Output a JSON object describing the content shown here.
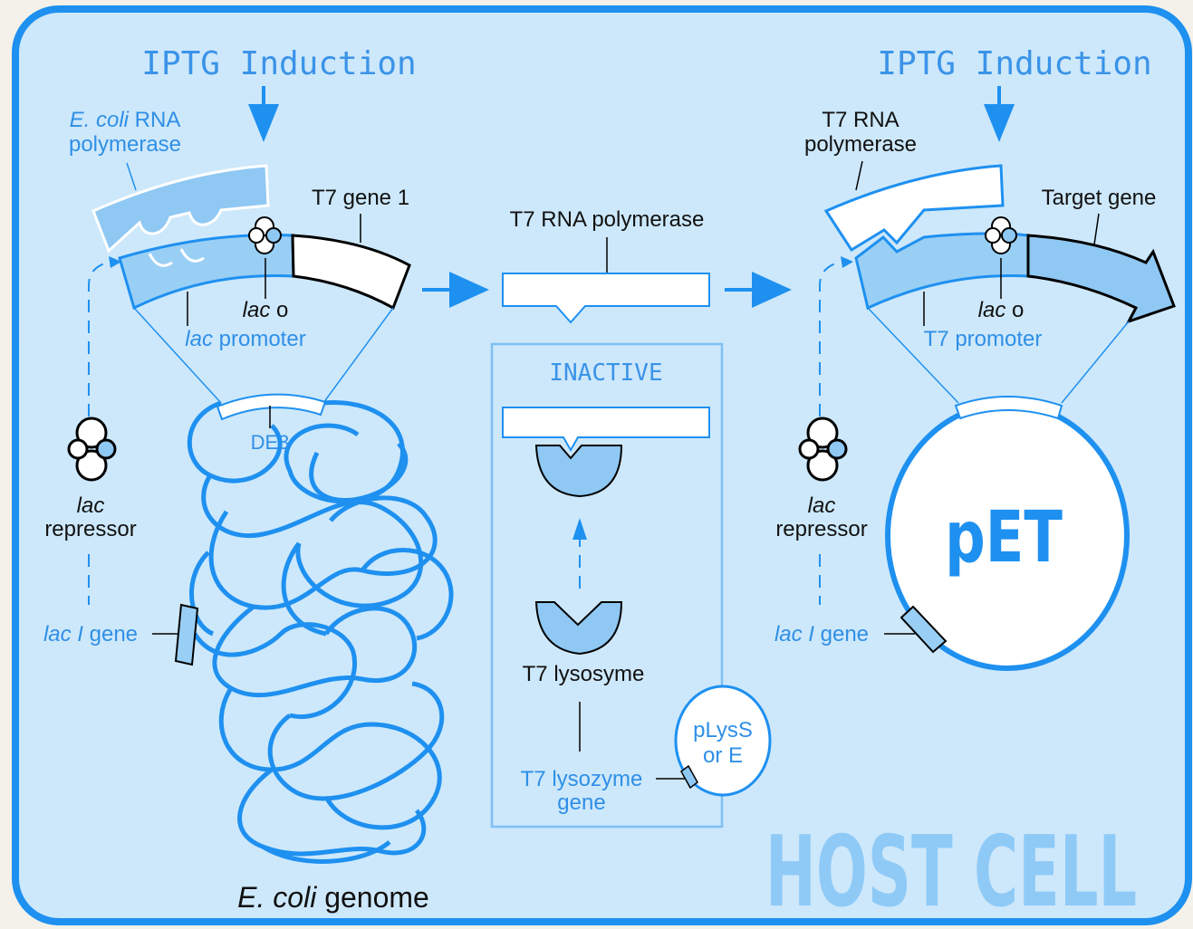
{
  "left": {
    "induction": "IPTG Induction",
    "polymerase_line1": "E. coli",
    "polymerase_line1b": " RNA",
    "polymerase_line2": "polymerase",
    "gene_label": "T7 gene 1",
    "operator_italic": "lac",
    "operator_suffix": " o",
    "promoter_italic": "lac",
    "promoter_suffix": " promoter",
    "de3": "DE3",
    "repressor_italic": "lac",
    "repressor": "repressor",
    "laci_italic": "lac I",
    "laci_suffix": " gene",
    "genome_italic": "E. coli",
    "genome_suffix": " genome"
  },
  "center": {
    "polymerase": "T7 RNA polymerase",
    "inactive": "INACTIVE",
    "lysosyme": "T7 lysosyme",
    "lysozyme_gene_line1": "T7 lysozyme",
    "lysozyme_gene_line2": "gene",
    "plasmid_line1": "pLysS",
    "plasmid_line2": "or E"
  },
  "right": {
    "induction": "IPTG Induction",
    "polymerase_line1": "T7 RNA",
    "polymerase_line2": "polymerase",
    "gene_label": "Target gene",
    "operator_italic": "lac",
    "operator_suffix": " o",
    "promoter": "T7 promoter",
    "repressor_italic": "lac",
    "repressor": "repressor",
    "laci_italic": "lac I",
    "laci_suffix": " gene",
    "plasmid": "pET"
  },
  "host_cell": "HOST CELL",
  "colors": {
    "cell_fill": "#cde8fb",
    "cell_border": "#1e90f0",
    "accent": "#1e90f0",
    "label_blue": "#2f8fe6",
    "light_blue": "#99cff5"
  }
}
